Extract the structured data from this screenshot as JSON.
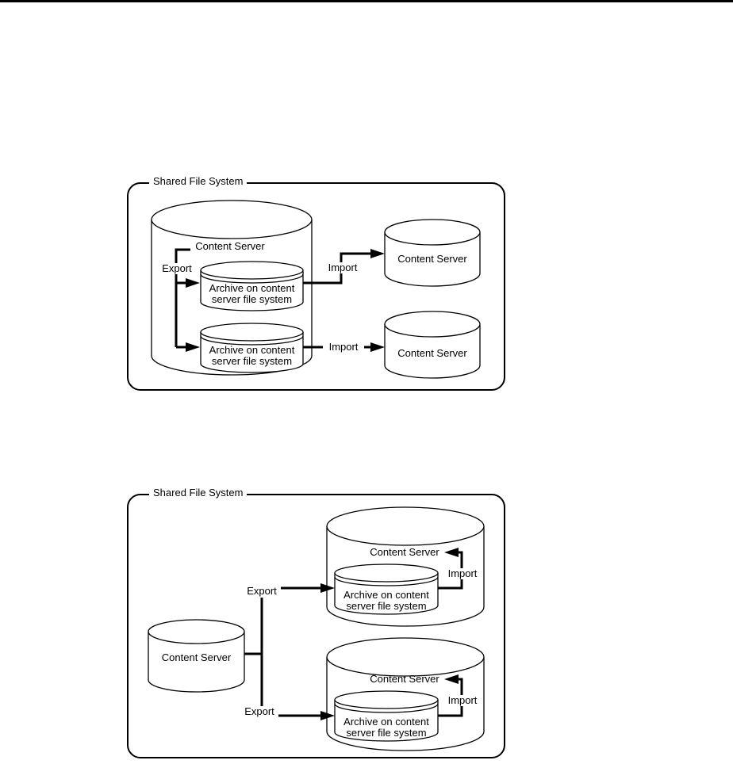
{
  "colors": {
    "line": "#000000",
    "background": "#ffffff"
  },
  "diagram_top": {
    "frame_label": "Shared File System",
    "shared_volume": {
      "label": "Content Server",
      "archives": [
        {
          "label_line1": "Archive on content",
          "label_line2": "server file system"
        },
        {
          "label_line1": "Archive on content",
          "label_line2": "server file system"
        }
      ]
    },
    "export_label": "Export",
    "import_labels": [
      "Import",
      "Import"
    ],
    "target_servers": [
      "Content Server",
      "Content Server"
    ]
  },
  "diagram_bottom": {
    "frame_label": "Shared File System",
    "source_server": "Content Server",
    "export_labels": [
      "Export",
      "Export"
    ],
    "shared_volumes": [
      {
        "label": "Content Server",
        "import_label": "Import",
        "archive": {
          "label_line1": "Archive on content",
          "label_line2": "server file system"
        }
      },
      {
        "label": "Content Server",
        "import_label": "Import",
        "archive": {
          "label_line1": "Archive on content",
          "label_line2": "server file system"
        }
      }
    ]
  }
}
